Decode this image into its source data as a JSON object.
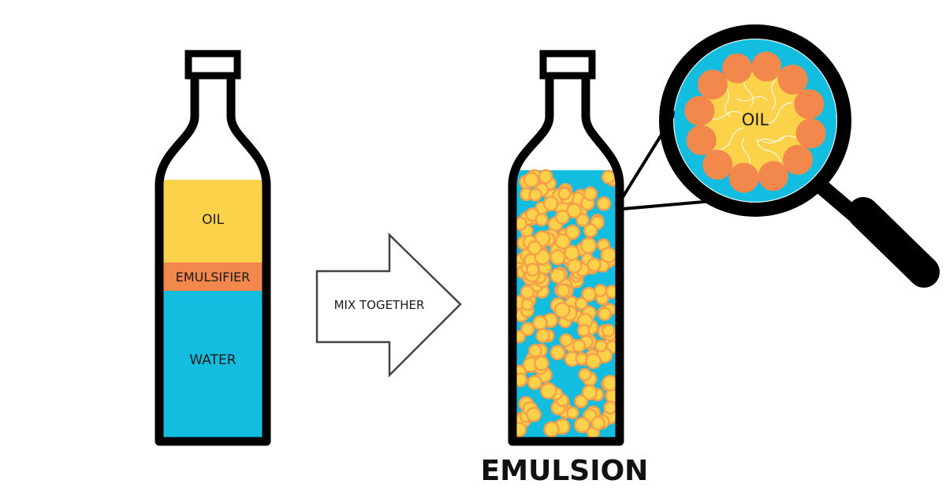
{
  "colors": {
    "oil": "#FDD24B",
    "emulsifier": "#F2884B",
    "water": "#12BDE0",
    "outline": "#000000",
    "droplet_fill": "#FDD24B",
    "droplet_ring": "#F7A04A"
  },
  "left_bottle": {
    "layers": {
      "oil": "OIL",
      "emulsifier": "EMULSIFIER",
      "water": "WATER"
    }
  },
  "arrow": {
    "label": "MIX TOGETHER"
  },
  "right_bottle": {
    "caption": "EMULSION"
  },
  "magnifier": {
    "center_label": "OIL",
    "icon": "magnifying-glass-icon"
  }
}
